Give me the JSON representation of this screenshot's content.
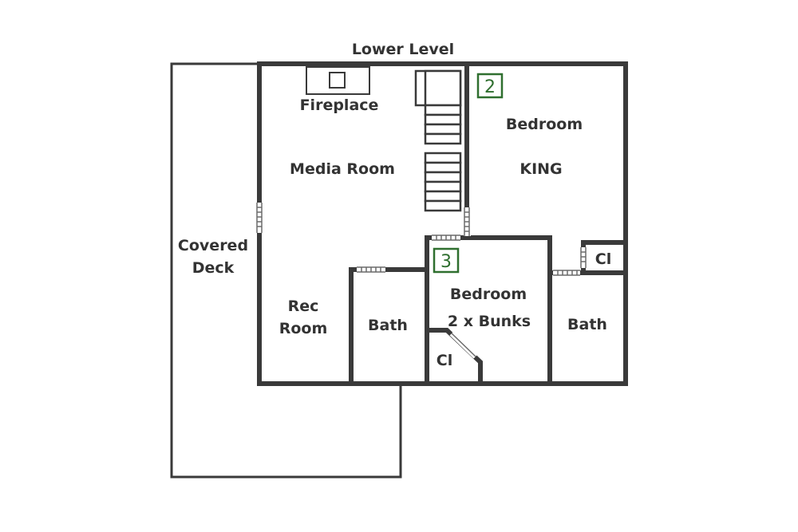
{
  "title": "Lower Level",
  "rooms": {
    "fireplace": "Fireplace",
    "media_room": "Media Room",
    "bedroom_2": "Bedroom",
    "king": "KING",
    "covered_deck_line1": "Covered",
    "covered_deck_line2": "Deck",
    "closet_right": "Cl",
    "bedroom_3": "Bedroom",
    "bunks": "2 x Bunks",
    "rec_room_line1": "Rec",
    "rec_room_line2": "Room",
    "bath_left": "Bath",
    "bath_right": "Bath",
    "closet_left": "Cl"
  },
  "room_numbers": {
    "bedroom_2": "2",
    "bedroom_3": "3"
  },
  "colors": {
    "wall": "#3a3a3a",
    "label": "#333333",
    "room_number": "#2f6f2f"
  }
}
